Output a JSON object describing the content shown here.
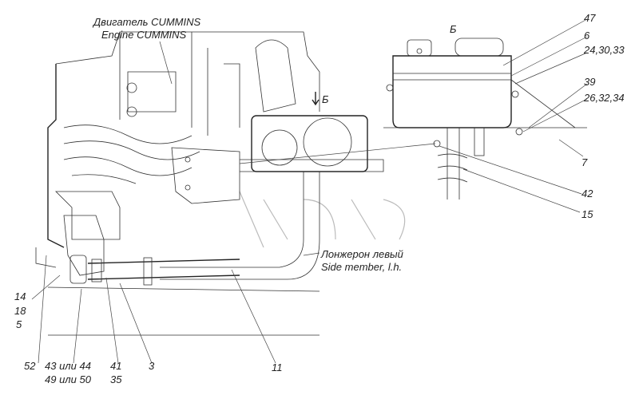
{
  "engine_title": {
    "ru": "Двигатель CUMMINS",
    "en": "Engine CUMMINS"
  },
  "side_member": {
    "ru": "Лонжерон левый",
    "en": "Side member, l.h."
  },
  "view_labels": {
    "top_right": "Б",
    "mid_arrow": "Б"
  },
  "callouts_right": [
    "47",
    "6",
    "24,30,33",
    "39",
    "26,32,34",
    "7",
    "42",
    "15"
  ],
  "callouts_left": [
    "14",
    "18",
    "5"
  ],
  "callouts_bottom": {
    "c52": "52",
    "c43_44": "43 или 44",
    "c49_50": "49 или 50",
    "c41": "41",
    "c35": "35",
    "c3": "3",
    "c11": "11"
  }
}
